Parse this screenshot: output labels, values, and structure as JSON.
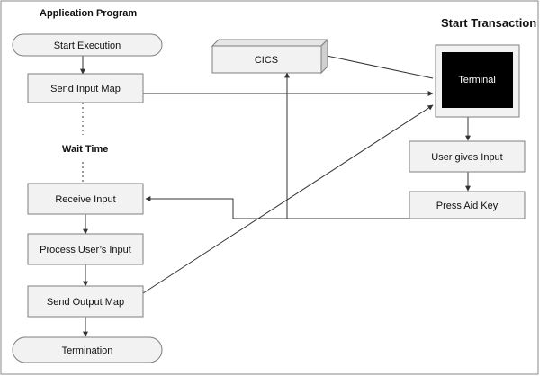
{
  "diagram": {
    "headings": {
      "application_program": "Application Program",
      "start_transaction": "Start Transaction",
      "wait_time": "Wait Time"
    },
    "nodes": {
      "start_execution": "Start Execution",
      "send_input_map": "Send Input Map",
      "receive_input": "Receive Input",
      "process_users_input": "Process User’s Input",
      "send_output_map": "Send Output Map",
      "termination": "Termination",
      "cics": "CICS",
      "terminal": "Terminal",
      "user_gives_input": "User gives Input",
      "press_aid_key": "Press Aid Key"
    },
    "colors": {
      "node_fill": "#f2f2f2",
      "node_stroke": "#7f7f7f",
      "terminal_screen": "#000000",
      "line": "#333333"
    }
  }
}
